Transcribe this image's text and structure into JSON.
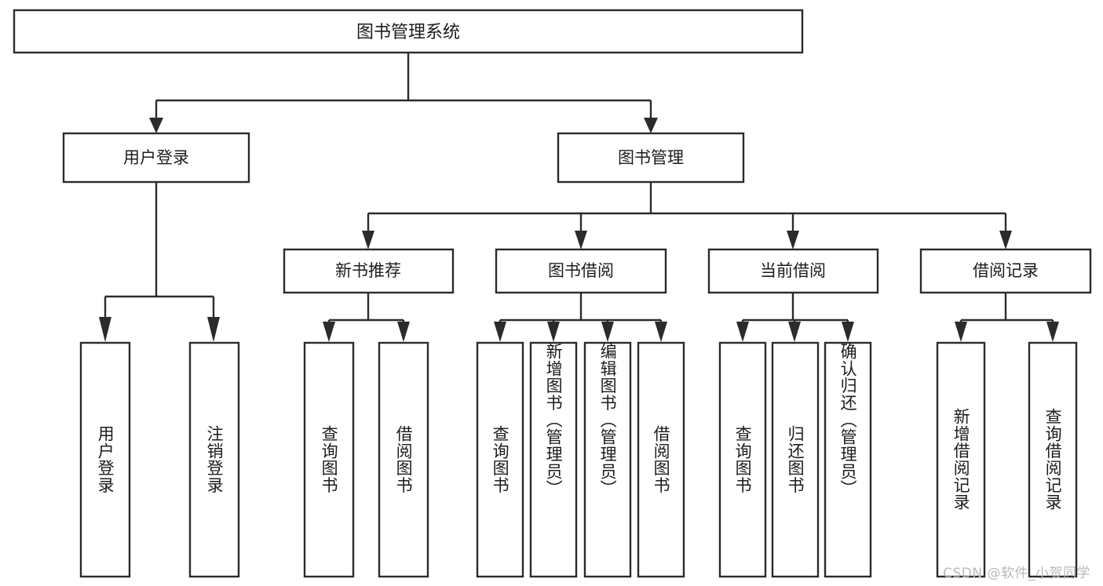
{
  "diagram": {
    "title": "图书管理系统",
    "type": "tree-hierarchy-chart",
    "background_color": "#ffffff",
    "stroke_color": "#2b2b2b",
    "text_color": "#1c1c1c",
    "watermark": "CSDN @软件_小贺同学",
    "root": {
      "label": "图书管理系统"
    },
    "level2": [
      {
        "label": "用户登录"
      },
      {
        "label": "图书管理"
      }
    ],
    "level3": [
      {
        "label": "新书推荐"
      },
      {
        "label": "图书借阅"
      },
      {
        "label": "当前借阅"
      },
      {
        "label": "借阅记录"
      }
    ],
    "leaves": {
      "user_login": [
        {
          "label": "用户登录"
        },
        {
          "label": "注销登录"
        }
      ],
      "new_book_recommend": [
        {
          "label": "查询图书"
        },
        {
          "label": "借阅图书"
        }
      ],
      "book_borrow": [
        {
          "label": "查询图书"
        },
        {
          "label": "新增图书（管理员）"
        },
        {
          "label": "编辑图书（管理员）"
        },
        {
          "label": "借阅图书"
        }
      ],
      "current_borrow": [
        {
          "label": "查询图书"
        },
        {
          "label": "归还图书"
        },
        {
          "label": "确认归还（管理员）"
        }
      ],
      "borrow_record": [
        {
          "label": "新增借阅记录"
        },
        {
          "label": "查询借阅记录"
        }
      ]
    }
  }
}
